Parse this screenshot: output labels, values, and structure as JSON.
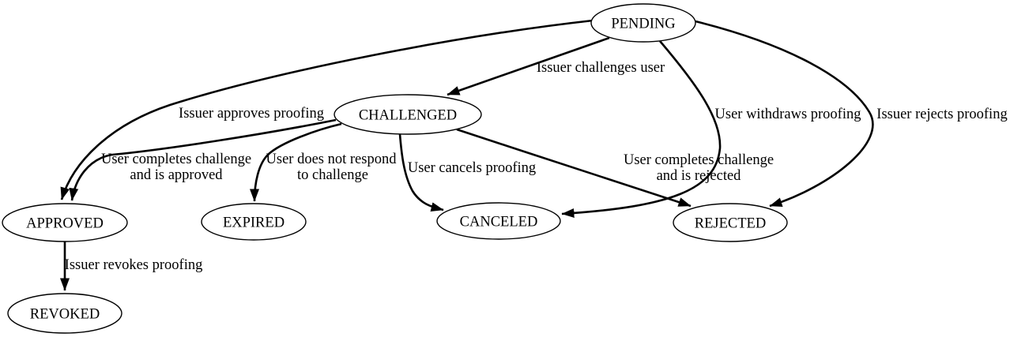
{
  "diagram": {
    "type": "state-machine-graph",
    "colors": {
      "background": "#ffffff",
      "node_fill": "#ffffff",
      "node_stroke": "#000000",
      "edge_stroke": "#000000",
      "text": "#000000"
    }
  },
  "nodes": {
    "pending": {
      "label": "PENDING"
    },
    "challenged": {
      "label": "CHALLENGED"
    },
    "approved": {
      "label": "APPROVED"
    },
    "expired": {
      "label": "EXPIRED"
    },
    "canceled": {
      "label": "CANCELED"
    },
    "rejected": {
      "label": "REJECTED"
    },
    "revoked": {
      "label": "REVOKED"
    }
  },
  "edges": {
    "pending_challenged": {
      "from": "PENDING",
      "to": "CHALLENGED",
      "label": "Issuer challenges user"
    },
    "pending_approved": {
      "from": "PENDING",
      "to": "APPROVED",
      "label": "Issuer approves proofing"
    },
    "pending_canceled": {
      "from": "PENDING",
      "to": "CANCELED",
      "label": "User withdraws proofing"
    },
    "pending_rejected": {
      "from": "PENDING",
      "to": "REJECTED",
      "label": "Issuer rejects proofing"
    },
    "challenged_approved": {
      "from": "CHALLENGED",
      "to": "APPROVED",
      "lines": [
        "User completes challenge",
        "and is approved"
      ]
    },
    "challenged_expired": {
      "from": "CHALLENGED",
      "to": "EXPIRED",
      "lines": [
        "User does not respond",
        "to challenge"
      ]
    },
    "challenged_canceled": {
      "from": "CHALLENGED",
      "to": "CANCELED",
      "label": "User cancels proofing"
    },
    "challenged_rejected": {
      "from": "CHALLENGED",
      "to": "REJECTED",
      "lines": [
        "User completes challenge",
        "and is rejected"
      ]
    },
    "approved_revoked": {
      "from": "APPROVED",
      "to": "REVOKED",
      "label": "Issuer revokes proofing"
    }
  }
}
